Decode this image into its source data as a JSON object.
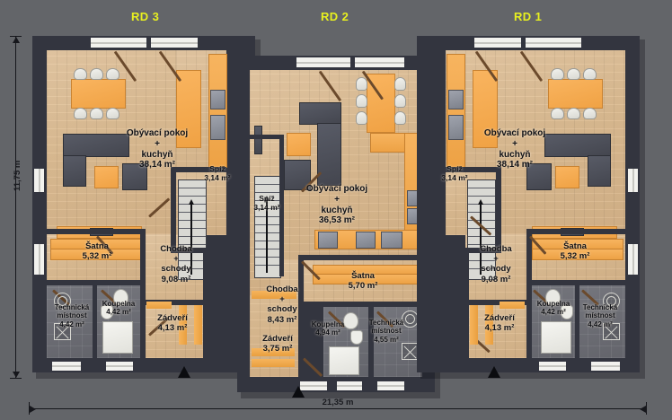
{
  "plan": {
    "units": [
      {
        "id": "rd3",
        "title": "RD 3"
      },
      {
        "id": "rd2",
        "title": "RD 2"
      },
      {
        "id": "rd1",
        "title": "RD 1"
      }
    ],
    "dimensions": {
      "width_label": "21,35 m",
      "height_label": "11,75 m"
    },
    "colors": {
      "background": "#636569",
      "wall": "#33353f",
      "floor_wood": "#ddbd93",
      "floor_tile": "#686a71",
      "furniture_orange": "#f4a84e",
      "furniture_gray": "#4c4f58",
      "title_yellow": "#e8f01f",
      "label_text": "#101217"
    },
    "rooms": {
      "rd3": {
        "living": {
          "name": "Obývací pokoj",
          "plus": "+",
          "name2": "kuchyň",
          "area": "38,14 m²"
        },
        "pantry": {
          "name": "Spíž",
          "area": "3,14 m²"
        },
        "wardrobe": {
          "name": "Šatna",
          "area": "5,32 m²"
        },
        "hall": {
          "name": "Chodba",
          "plus": "+",
          "name2": "schody",
          "area": "9,08 m²"
        },
        "bath": {
          "name": "Koupelna",
          "area": "4,42 m²"
        },
        "technical": {
          "name": "Technická",
          "name2": "místnost",
          "area": "4,42 m²"
        },
        "vestibule": {
          "name": "Zádveří",
          "area": "4,13 m²"
        }
      },
      "rd2": {
        "living": {
          "name": "Obývací pokoj",
          "plus": "+",
          "name2": "kuchyň",
          "area": "36,53 m²"
        },
        "pantry": {
          "name": "Spíž",
          "area": "3,14 m²"
        },
        "wardrobe": {
          "name": "Šatna",
          "area": "5,70 m²"
        },
        "hall": {
          "name": "Chodba",
          "plus": "+",
          "name2": "schody",
          "area": "8,43 m²"
        },
        "bath": {
          "name": "Koupelna",
          "area": "4,94 m²"
        },
        "technical": {
          "name": "Technická",
          "name2": "místnost",
          "area": "4,55 m²"
        },
        "vestibule": {
          "name": "Zádveří",
          "area": "3,75 m²"
        }
      },
      "rd1": {
        "living": {
          "name": "Obývací pokoj",
          "plus": "+",
          "name2": "kuchyň",
          "area": "38,14 m²"
        },
        "pantry": {
          "name": "Spíž",
          "area": "3,14 m²"
        },
        "wardrobe": {
          "name": "Šatna",
          "area": "5,32 m²"
        },
        "hall": {
          "name": "Chodba",
          "plus": "+",
          "name2": "schody",
          "area": "9,08 m²"
        },
        "bath": {
          "name": "Koupelna",
          "area": "4,42 m²"
        },
        "technical": {
          "name": "Technická",
          "name2": "místnost",
          "area": "4,42 m²"
        },
        "vestibule": {
          "name": "Zádveří",
          "area": "4,13 m²"
        }
      }
    }
  }
}
